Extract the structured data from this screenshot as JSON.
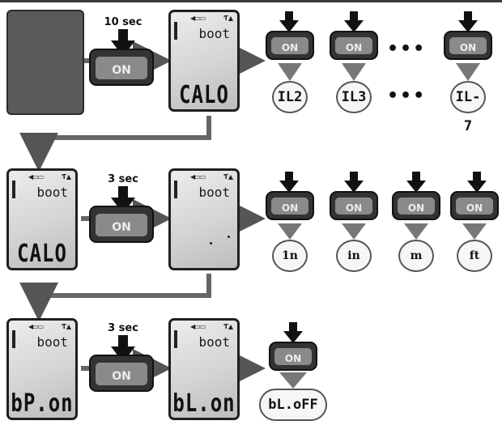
{
  "labels": {
    "hold_long": "10 sec",
    "hold_short_1": "3 sec",
    "hold_short_2": "3 sec",
    "button": "ON"
  },
  "rows": {
    "row1": {
      "lcd": {
        "small": "boot",
        "big": "CALO"
      },
      "results": [
        "IL2",
        "IL3",
        "IL-7"
      ],
      "ellipsis": "•••"
    },
    "row2": {
      "lcd_a": {
        "small": "boot",
        "big": "CALO"
      },
      "lcd_b": {
        "small": "boot"
      },
      "results": [
        "1n",
        "in",
        "m",
        "ft"
      ]
    },
    "row3": {
      "lcd_a": {
        "small": "boot",
        "big": "bP.on"
      },
      "lcd_b": {
        "small": "boot",
        "big": "bL.on"
      },
      "result": "bL.oFF"
    }
  },
  "icon_names": [
    "press-arrow-icon",
    "result-arrow-icon",
    "battery-icon",
    "signal-icon",
    "signal-bars-icon"
  ]
}
